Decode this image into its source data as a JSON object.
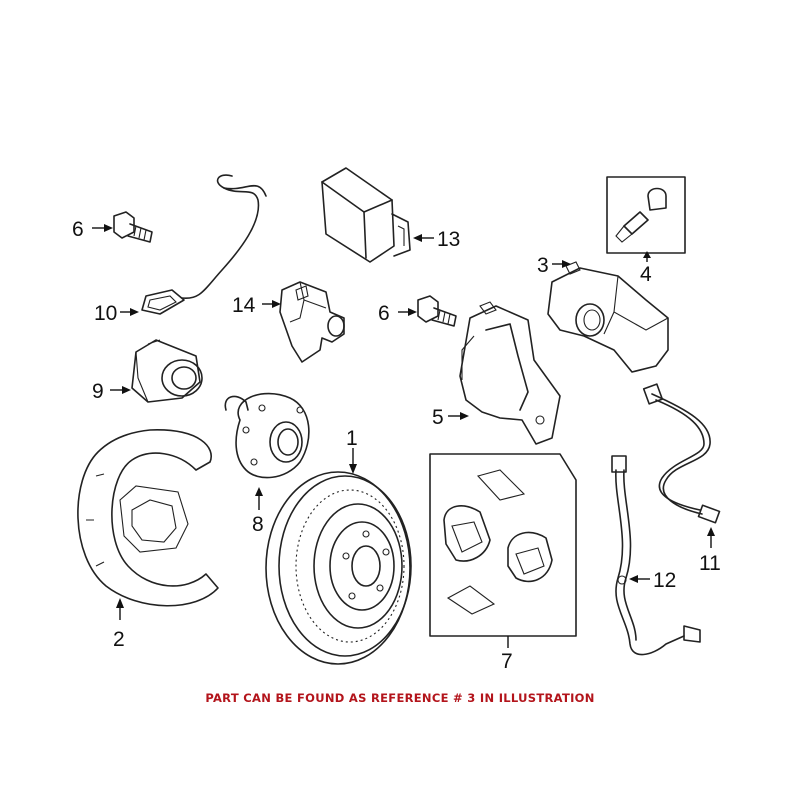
{
  "diagram": {
    "callouts": [
      "1",
      "2",
      "3",
      "4",
      "5",
      "6",
      "6",
      "7",
      "8",
      "9",
      "10",
      "11",
      "12",
      "13",
      "14"
    ]
  },
  "caption": "PART CAN BE FOUND AS REFERENCE # 3 IN ILLUSTRATION",
  "colors": {
    "caption": "#b3141b",
    "line": "#222222",
    "background": "#ffffff"
  }
}
